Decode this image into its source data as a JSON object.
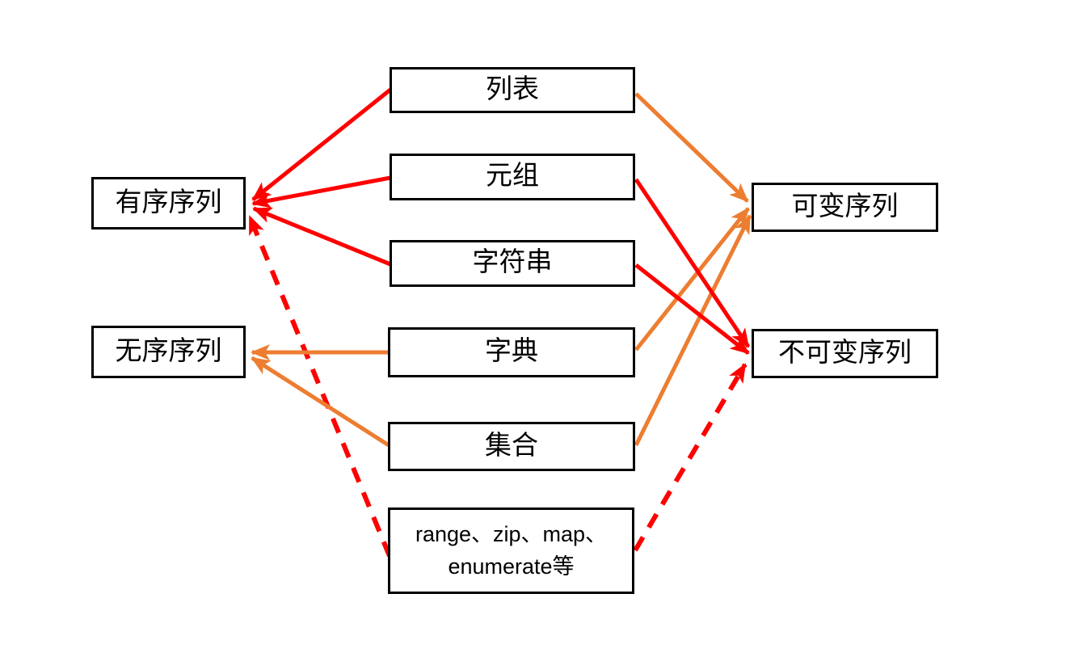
{
  "colors": {
    "red": "#FF0000",
    "orange": "#ED7D31",
    "box_border": "#000000",
    "background": "#FFFFFF"
  },
  "nodes": {
    "ordered": {
      "label": "有序序列"
    },
    "unordered": {
      "label": "无序序列"
    },
    "list": {
      "label": "列表"
    },
    "tuple": {
      "label": "元组"
    },
    "string": {
      "label": "字符串"
    },
    "dict": {
      "label": "字典"
    },
    "set": {
      "label": "集合"
    },
    "iterators": {
      "label_line1": "range、zip、map、",
      "label_line2": "enumerate等"
    },
    "mutable": {
      "label": "可变序列"
    },
    "immutable": {
      "label": "不可变序列"
    }
  },
  "edges": [
    {
      "from": "列表",
      "to": "有序序列",
      "color": "red",
      "style": "solid"
    },
    {
      "from": "元组",
      "to": "有序序列",
      "color": "red",
      "style": "solid"
    },
    {
      "from": "字符串",
      "to": "有序序列",
      "color": "red",
      "style": "solid"
    },
    {
      "from": "range、zip、map、enumerate等",
      "to": "有序序列",
      "color": "red",
      "style": "dashed"
    },
    {
      "from": "字典",
      "to": "无序序列",
      "color": "orange",
      "style": "solid"
    },
    {
      "from": "集合",
      "to": "无序序列",
      "color": "orange",
      "style": "solid"
    },
    {
      "from": "列表",
      "to": "可变序列",
      "color": "orange",
      "style": "solid"
    },
    {
      "from": "字典",
      "to": "可变序列",
      "color": "orange",
      "style": "solid"
    },
    {
      "from": "集合",
      "to": "可变序列",
      "color": "orange",
      "style": "solid"
    },
    {
      "from": "元组",
      "to": "不可变序列",
      "color": "red",
      "style": "solid"
    },
    {
      "from": "字符串",
      "to": "不可变序列",
      "color": "red",
      "style": "solid"
    },
    {
      "from": "range、zip、map、enumerate等",
      "to": "不可变序列",
      "color": "red",
      "style": "dashed"
    }
  ]
}
